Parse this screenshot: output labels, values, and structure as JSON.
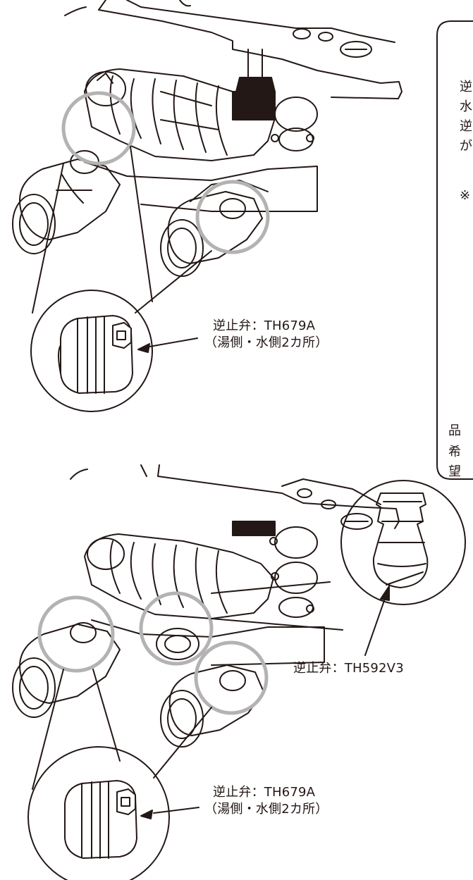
{
  "callouts": {
    "top_valve_name": "逆止弁：TH679A",
    "top_valve_note": "（湯側・水側2カ所）",
    "bottom_check_valve_name": "逆止弁：TH592V3",
    "bottom_valve_name": "逆止弁：TH679A",
    "bottom_valve_note": "（湯側・水側2カ所）"
  },
  "side_box": {
    "line1": "逆",
    "line2": "水",
    "line3": "逆",
    "line4": "が",
    "line5": "※",
    "line6": "品",
    "line7": "希望"
  }
}
